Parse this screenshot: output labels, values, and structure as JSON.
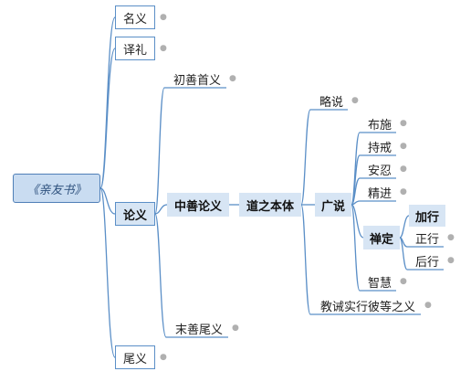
{
  "diagram": {
    "root": "《亲友书》",
    "top_sections": [
      "名义",
      "译礼",
      "论义",
      "尾义"
    ],
    "lun_yi_children": [
      "初善首义",
      "中善论义",
      "末善尾义"
    ],
    "zhong_shan": [
      "道之本体"
    ],
    "dao_zhi_ben_ti": [
      "略说",
      "广说",
      "教诫实行彼等之义"
    ],
    "guang_shuo": [
      "布施",
      "持戒",
      "安忍",
      "精进",
      "禅定",
      "智慧"
    ],
    "chan_ding": [
      "加行",
      "正行",
      "后行"
    ]
  },
  "colors": {
    "line": "#5b8fc7",
    "root_fill": "#c9dcf1",
    "highlight_fill": "#d7e5f4",
    "dot": "#b0b0b0"
  }
}
